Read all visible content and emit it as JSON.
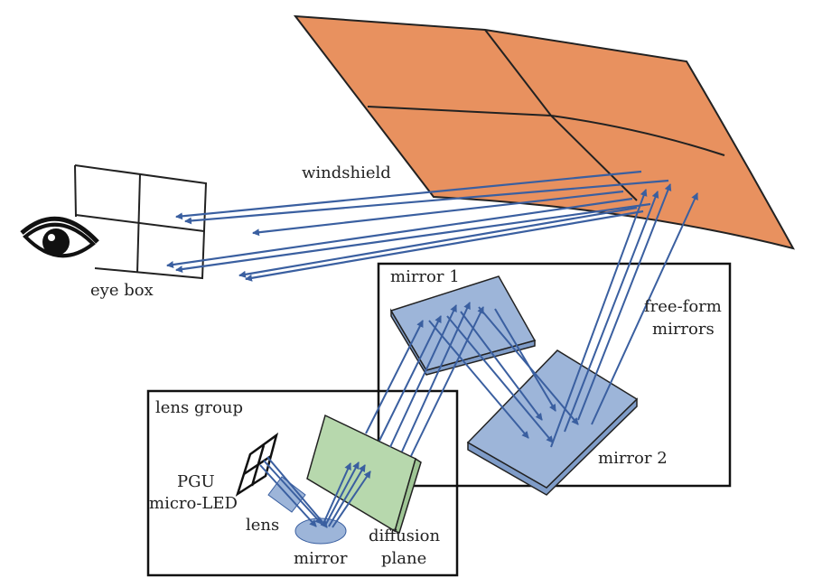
{
  "labels": {
    "windshield": "windshield",
    "eye_box": "eye box",
    "mirror1": "mirror 1",
    "free_form_1": "free-form",
    "free_form_2": "mirrors",
    "mirror2": "mirror 2",
    "lens_group": "lens group",
    "pgu": "PGU",
    "micro_led": "micro-LED",
    "lens": "lens",
    "mirror": "mirror",
    "diffusion": "diffusion",
    "plane": "plane"
  },
  "colors": {
    "windshield": "#e8915f",
    "mirror": "#9db5d9",
    "diffusion": "#b7d8ad",
    "ray": "#3a5fa0"
  }
}
